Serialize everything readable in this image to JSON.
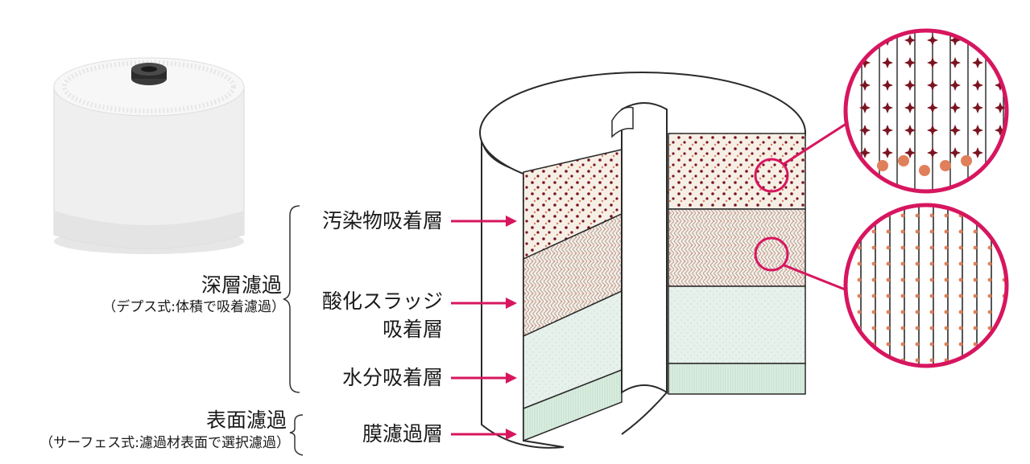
{
  "groups": {
    "depth": {
      "title": "深層濾過",
      "subtitle": "（デプス式:体積で吸着濾過）"
    },
    "surface": {
      "title": "表面濾過",
      "subtitle": "（サーフェス式:濾過材表面で選択濾過）"
    }
  },
  "layers": {
    "contaminant": "汚染物吸着層",
    "sludge_line1": "酸化スラッジ",
    "sludge_line2": "吸着層",
    "water": "水分吸着層",
    "membrane": "膜濾過層"
  },
  "icons": {
    "arrow": "arrow-right-icon",
    "bracket": "curly-bracket-icon"
  },
  "colors": {
    "accent": "#d7165f",
    "contaminant_mark": "#7a1420",
    "sludge_mark": "#e0805a",
    "fiber": "#555555",
    "membrane": "#dcefe2",
    "water": "#e7f1ec"
  }
}
